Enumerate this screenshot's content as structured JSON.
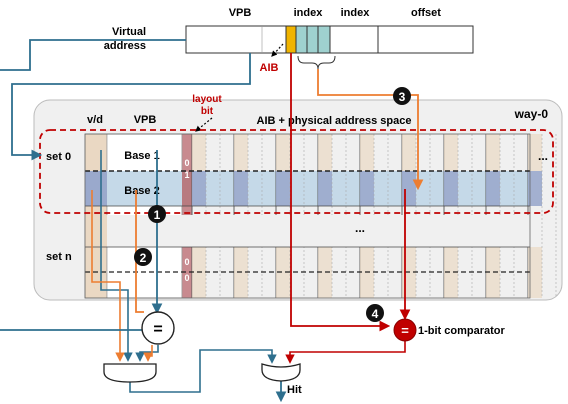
{
  "address": {
    "title_line1": "Virtual",
    "title_line2": "address",
    "field_vpb": "VPB",
    "field_index1": "index",
    "field_index2": "index",
    "field_offset": "offset",
    "aib_label": "AIB"
  },
  "way": {
    "title": "way-0",
    "header_vd": "v/d",
    "header_vpb": "VPB",
    "header_layout_line1": "layout",
    "header_layout_line2": "bit",
    "header_space": "AIB + physical address space",
    "set0_label": "set 0",
    "setn_label": "set n",
    "base1": "Base 1",
    "base2": "Base 2",
    "bits_row1": "0",
    "bits_row2": "1",
    "bits_rown1": "0",
    "bits_rown2": "0",
    "ellipsis_right": "...",
    "ellipsis_mid": "..."
  },
  "steps": [
    "1",
    "2",
    "3",
    "4"
  ],
  "logic": {
    "equal_symbol": "=",
    "comparator_symbol": "=",
    "comparator_label": "1-bit comparator",
    "hit_label": "Hit"
  },
  "colors": {
    "red": "#c00000",
    "teal": "#2e6f8e",
    "orange": "#ed7d31",
    "aib_yellow": "#f0b400",
    "index_teal": "#9fd1cf",
    "row_blue": "#c5d9e8",
    "vd_tan": "#ead8c3",
    "layout_rose": "#c88a8f"
  }
}
